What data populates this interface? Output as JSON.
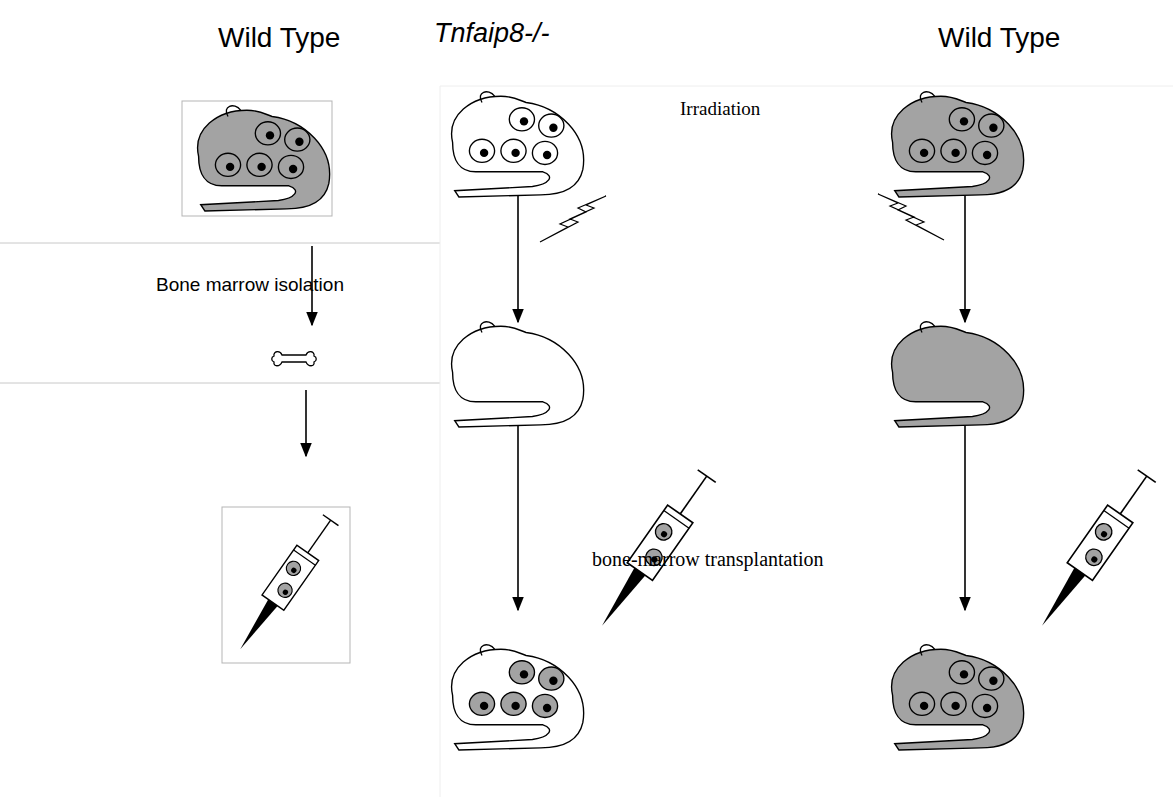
{
  "diagram": {
    "labels": [
      "Wild Type",
      "Tnfaip8-/-",
      "Wild Type",
      "Bone marrow isolation",
      "Irradiation",
      "bone-marrow transplantation"
    ]
  }
}
